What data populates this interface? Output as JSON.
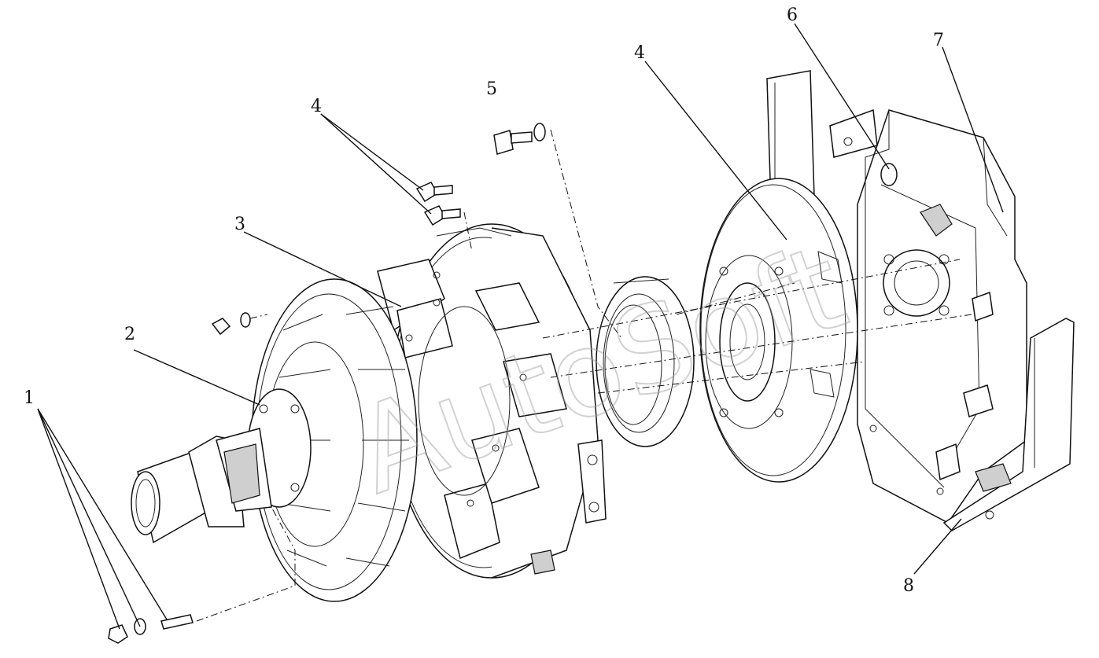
{
  "diagram": {
    "callouts": [
      {
        "id": "1",
        "text": "1"
      },
      {
        "id": "2",
        "text": "2"
      },
      {
        "id": "3",
        "text": "3"
      },
      {
        "id": "4a",
        "text": "4"
      },
      {
        "id": "4b",
        "text": "4"
      },
      {
        "id": "5",
        "text": "5"
      },
      {
        "id": "6",
        "text": "6"
      },
      {
        "id": "7",
        "text": "7"
      },
      {
        "id": "8",
        "text": "8"
      }
    ],
    "watermark": "AutoSoft"
  }
}
